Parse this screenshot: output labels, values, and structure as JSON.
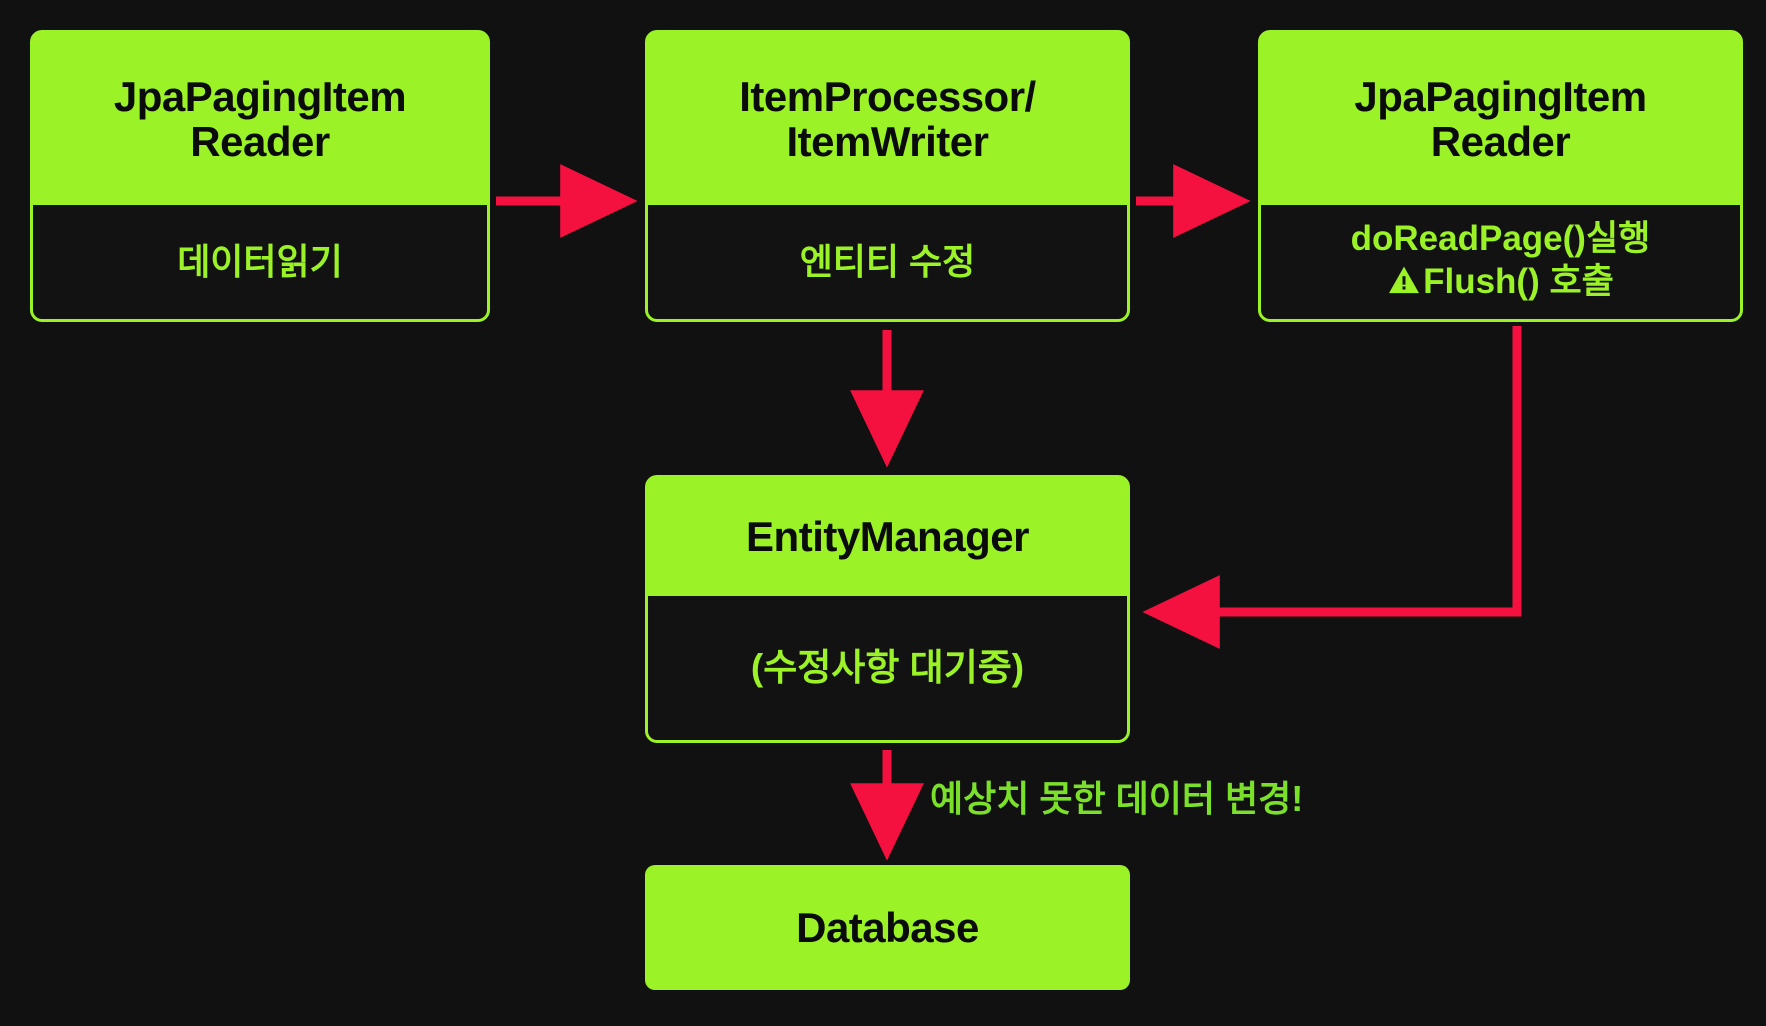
{
  "diagram": {
    "title": "JPA Paging Item Reader flush side-effect flow",
    "background_color": "#111111",
    "node_fill_color": "#9BF227",
    "node_body_bg_color": "#121212",
    "arrow_color": "#F5113F",
    "annotation_color": "#7BE02A"
  },
  "nodes": {
    "reader1": {
      "title": "JpaPagingItem\nReader",
      "title_line1": "JpaPagingItem",
      "title_line2": "Reader",
      "body_line1": "데이터읽기"
    },
    "processor": {
      "title_line1": "ItemProcessor/",
      "title_line2": "ItemWriter",
      "body_line1": "엔티티 수정"
    },
    "reader2": {
      "title_line1": "JpaPagingItem",
      "title_line2": "Reader",
      "body_line1": "doReadPage()실행",
      "body_line2_icon": "warning-triangle-icon",
      "body_line2": "Flush() 호출"
    },
    "entitymanager": {
      "title_line1": "EntityManager",
      "body_line1": "(수정사항 대기중)"
    },
    "database": {
      "title_line1": "Database"
    }
  },
  "annotations": {
    "unexpected_change": "예상치 못한 데이터 변경!"
  },
  "edges": [
    {
      "name": "reader1-to-processor",
      "from": "reader1",
      "to": "processor",
      "label": ""
    },
    {
      "name": "processor-to-reader2",
      "from": "processor",
      "to": "reader2",
      "label": ""
    },
    {
      "name": "processor-to-entitymanager",
      "from": "processor",
      "to": "entitymanager",
      "label": ""
    },
    {
      "name": "reader2-to-entitymanager",
      "from": "reader2",
      "to": "entitymanager",
      "label": ""
    },
    {
      "name": "entitymanager-to-database",
      "from": "entitymanager",
      "to": "database",
      "label": "예상치 못한 데이터 변경!"
    }
  ]
}
